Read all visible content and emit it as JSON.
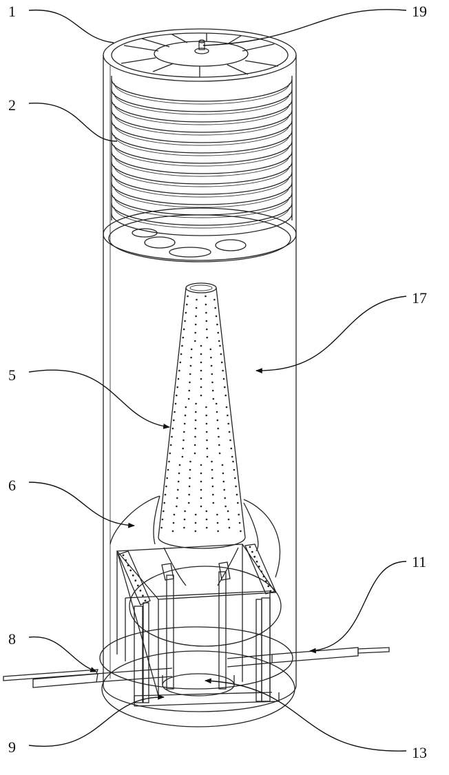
{
  "figure": {
    "labels": [
      {
        "id": "1",
        "text": "1"
      },
      {
        "id": "2",
        "text": "2"
      },
      {
        "id": "5",
        "text": "5"
      },
      {
        "id": "6",
        "text": "6"
      },
      {
        "id": "8",
        "text": "8"
      },
      {
        "id": "9",
        "text": "9"
      },
      {
        "id": "11",
        "text": "11"
      },
      {
        "id": "13",
        "text": "13"
      },
      {
        "id": "17",
        "text": "17"
      },
      {
        "id": "19",
        "text": "19"
      }
    ]
  }
}
